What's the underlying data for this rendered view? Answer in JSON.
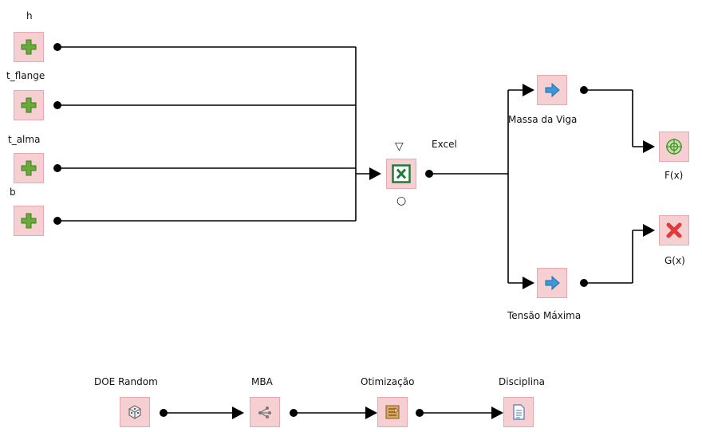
{
  "nodes": {
    "h": {
      "label": "h",
      "icon": "plus-icon"
    },
    "t_flange": {
      "label": "t_flange",
      "icon": "plus-icon"
    },
    "t_alma": {
      "label": "t_alma",
      "icon": "plus-icon"
    },
    "b": {
      "label": "b",
      "icon": "plus-icon"
    },
    "excel": {
      "label": "Excel",
      "icon": "excel-icon",
      "top_symbol": "▽",
      "bottom_symbol": "○"
    },
    "massa": {
      "label": "Massa da Viga",
      "icon": "blue-arrow-icon"
    },
    "tensao": {
      "label": "Tensão Máxima",
      "icon": "blue-arrow-icon"
    },
    "fx": {
      "label": "F(x)",
      "icon": "objective-target-icon"
    },
    "gx": {
      "label": "G(x)",
      "icon": "constraint-x-icon"
    },
    "doe": {
      "label": "DOE Random",
      "icon": "dice-icon"
    },
    "mba": {
      "label": "MBA",
      "icon": "network-icon"
    },
    "otim": {
      "label": "Otimização",
      "icon": "signpost-icon"
    },
    "disc": {
      "label": "Disciplina",
      "icon": "document-icon"
    }
  },
  "colors": {
    "node_fill": "#f6cfd2",
    "node_border": "#e7a8ae",
    "wire": "#000000",
    "plus_green": "#6aaa3a",
    "excel_green": "#1e7b3a",
    "arrow_blue": "#3a9ad9",
    "constraint_red": "#e03a3a"
  }
}
